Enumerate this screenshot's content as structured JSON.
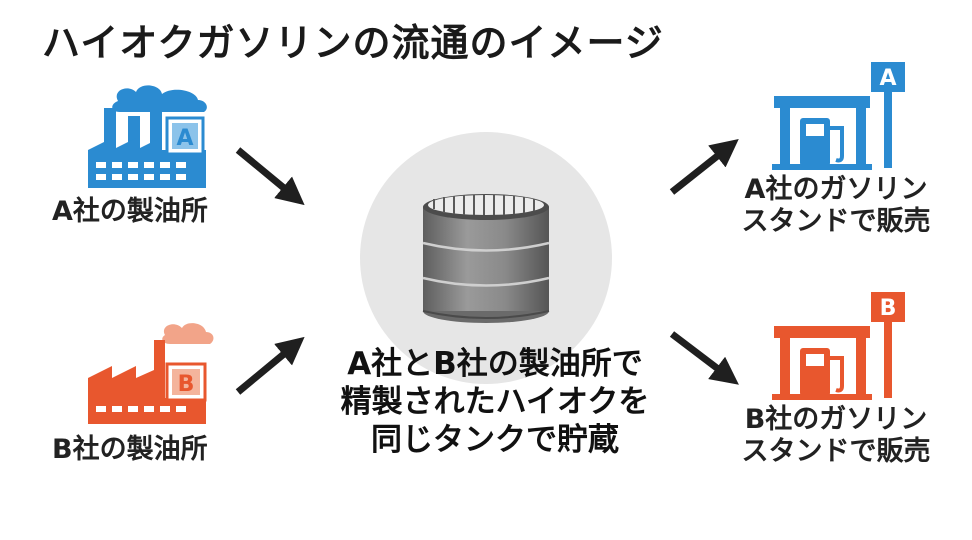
{
  "title": "ハイオクガソリンの流通のイメージ",
  "refinery_a": {
    "label": "A社の製油所",
    "badge": "A",
    "color": "#2b8bd1"
  },
  "refinery_b": {
    "label": "B社の製油所",
    "badge": "B",
    "color": "#e8572e"
  },
  "tank": {
    "lines": [
      "A社とB社の製油所で",
      "精製されたハイオクを",
      "同じタンクで貯蔵"
    ]
  },
  "station_a": {
    "lines": [
      "A社のガソリン",
      "スタンドで販売"
    ],
    "badge": "A",
    "color": "#2b8bd1"
  },
  "station_b": {
    "lines": [
      "B社のガソリン",
      "スタンドで販売"
    ],
    "badge": "B",
    "color": "#e8572e"
  },
  "colors": {
    "arrow": "#1f1f1f",
    "circle": "#e6e6e6",
    "tank": "#7a7a7a"
  }
}
